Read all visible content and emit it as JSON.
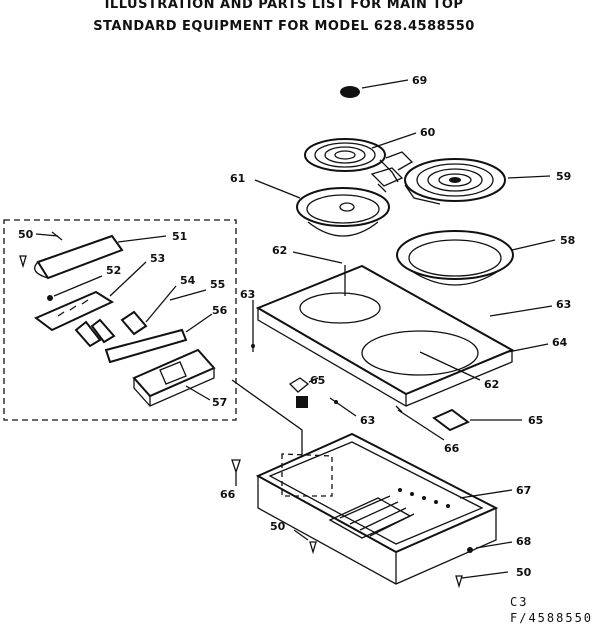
{
  "title": {
    "line1": "ILLUSTRATION AND PARTS LIST FOR MAIN TOP",
    "line2": "STANDARD EQUIPMENT FOR MODEL 628.4588550"
  },
  "callouts": {
    "p69": "69",
    "p60": "60",
    "p59": "59",
    "p61": "61",
    "p58": "58",
    "p62a": "62",
    "p62b": "62",
    "p63a": "63",
    "p63b": "63",
    "p63c": "63",
    "p64": "64",
    "p65a": "65",
    "p65b": "65",
    "p66a": "66",
    "p66b": "66",
    "p67": "67",
    "p68": "68",
    "p50a": "50",
    "p50b": "50",
    "p50c": "50",
    "p51": "51",
    "p52": "52",
    "p53": "53",
    "p54": "54",
    "p55": "55",
    "p56": "56",
    "p57": "57"
  },
  "footer": {
    "code1": "C3",
    "code2": "F/4588550"
  }
}
